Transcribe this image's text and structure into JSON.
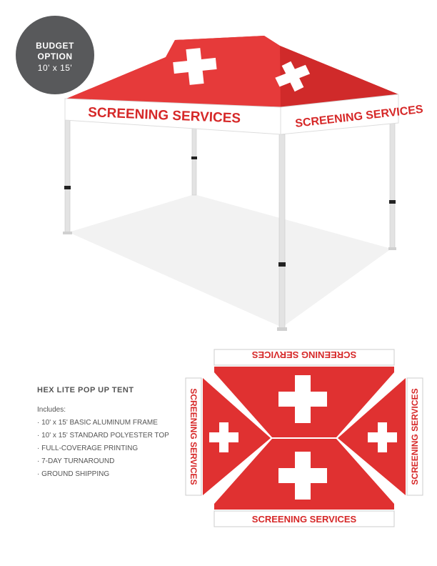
{
  "badge": {
    "line1": "BUDGET",
    "line2": "OPTION",
    "size": "10' x 15'"
  },
  "tent": {
    "banner_text": "SCREENING SERVICES",
    "canopy_color": "#e03131",
    "valance_color": "#ffffff",
    "frame_color": "#d9d9d9",
    "cross_icon": "white-cross-icon"
  },
  "info": {
    "title": "HEX LITE POP UP TENT",
    "includes_label": "Includes:",
    "items": [
      "10' x 15' BASIC ALUMINUM FRAME",
      "10' x 15' STANDARD POLYESTER TOP",
      "FULL-COVERAGE PRINTING",
      "7-DAY TURNAROUND",
      "GROUND SHIPPING"
    ]
  }
}
